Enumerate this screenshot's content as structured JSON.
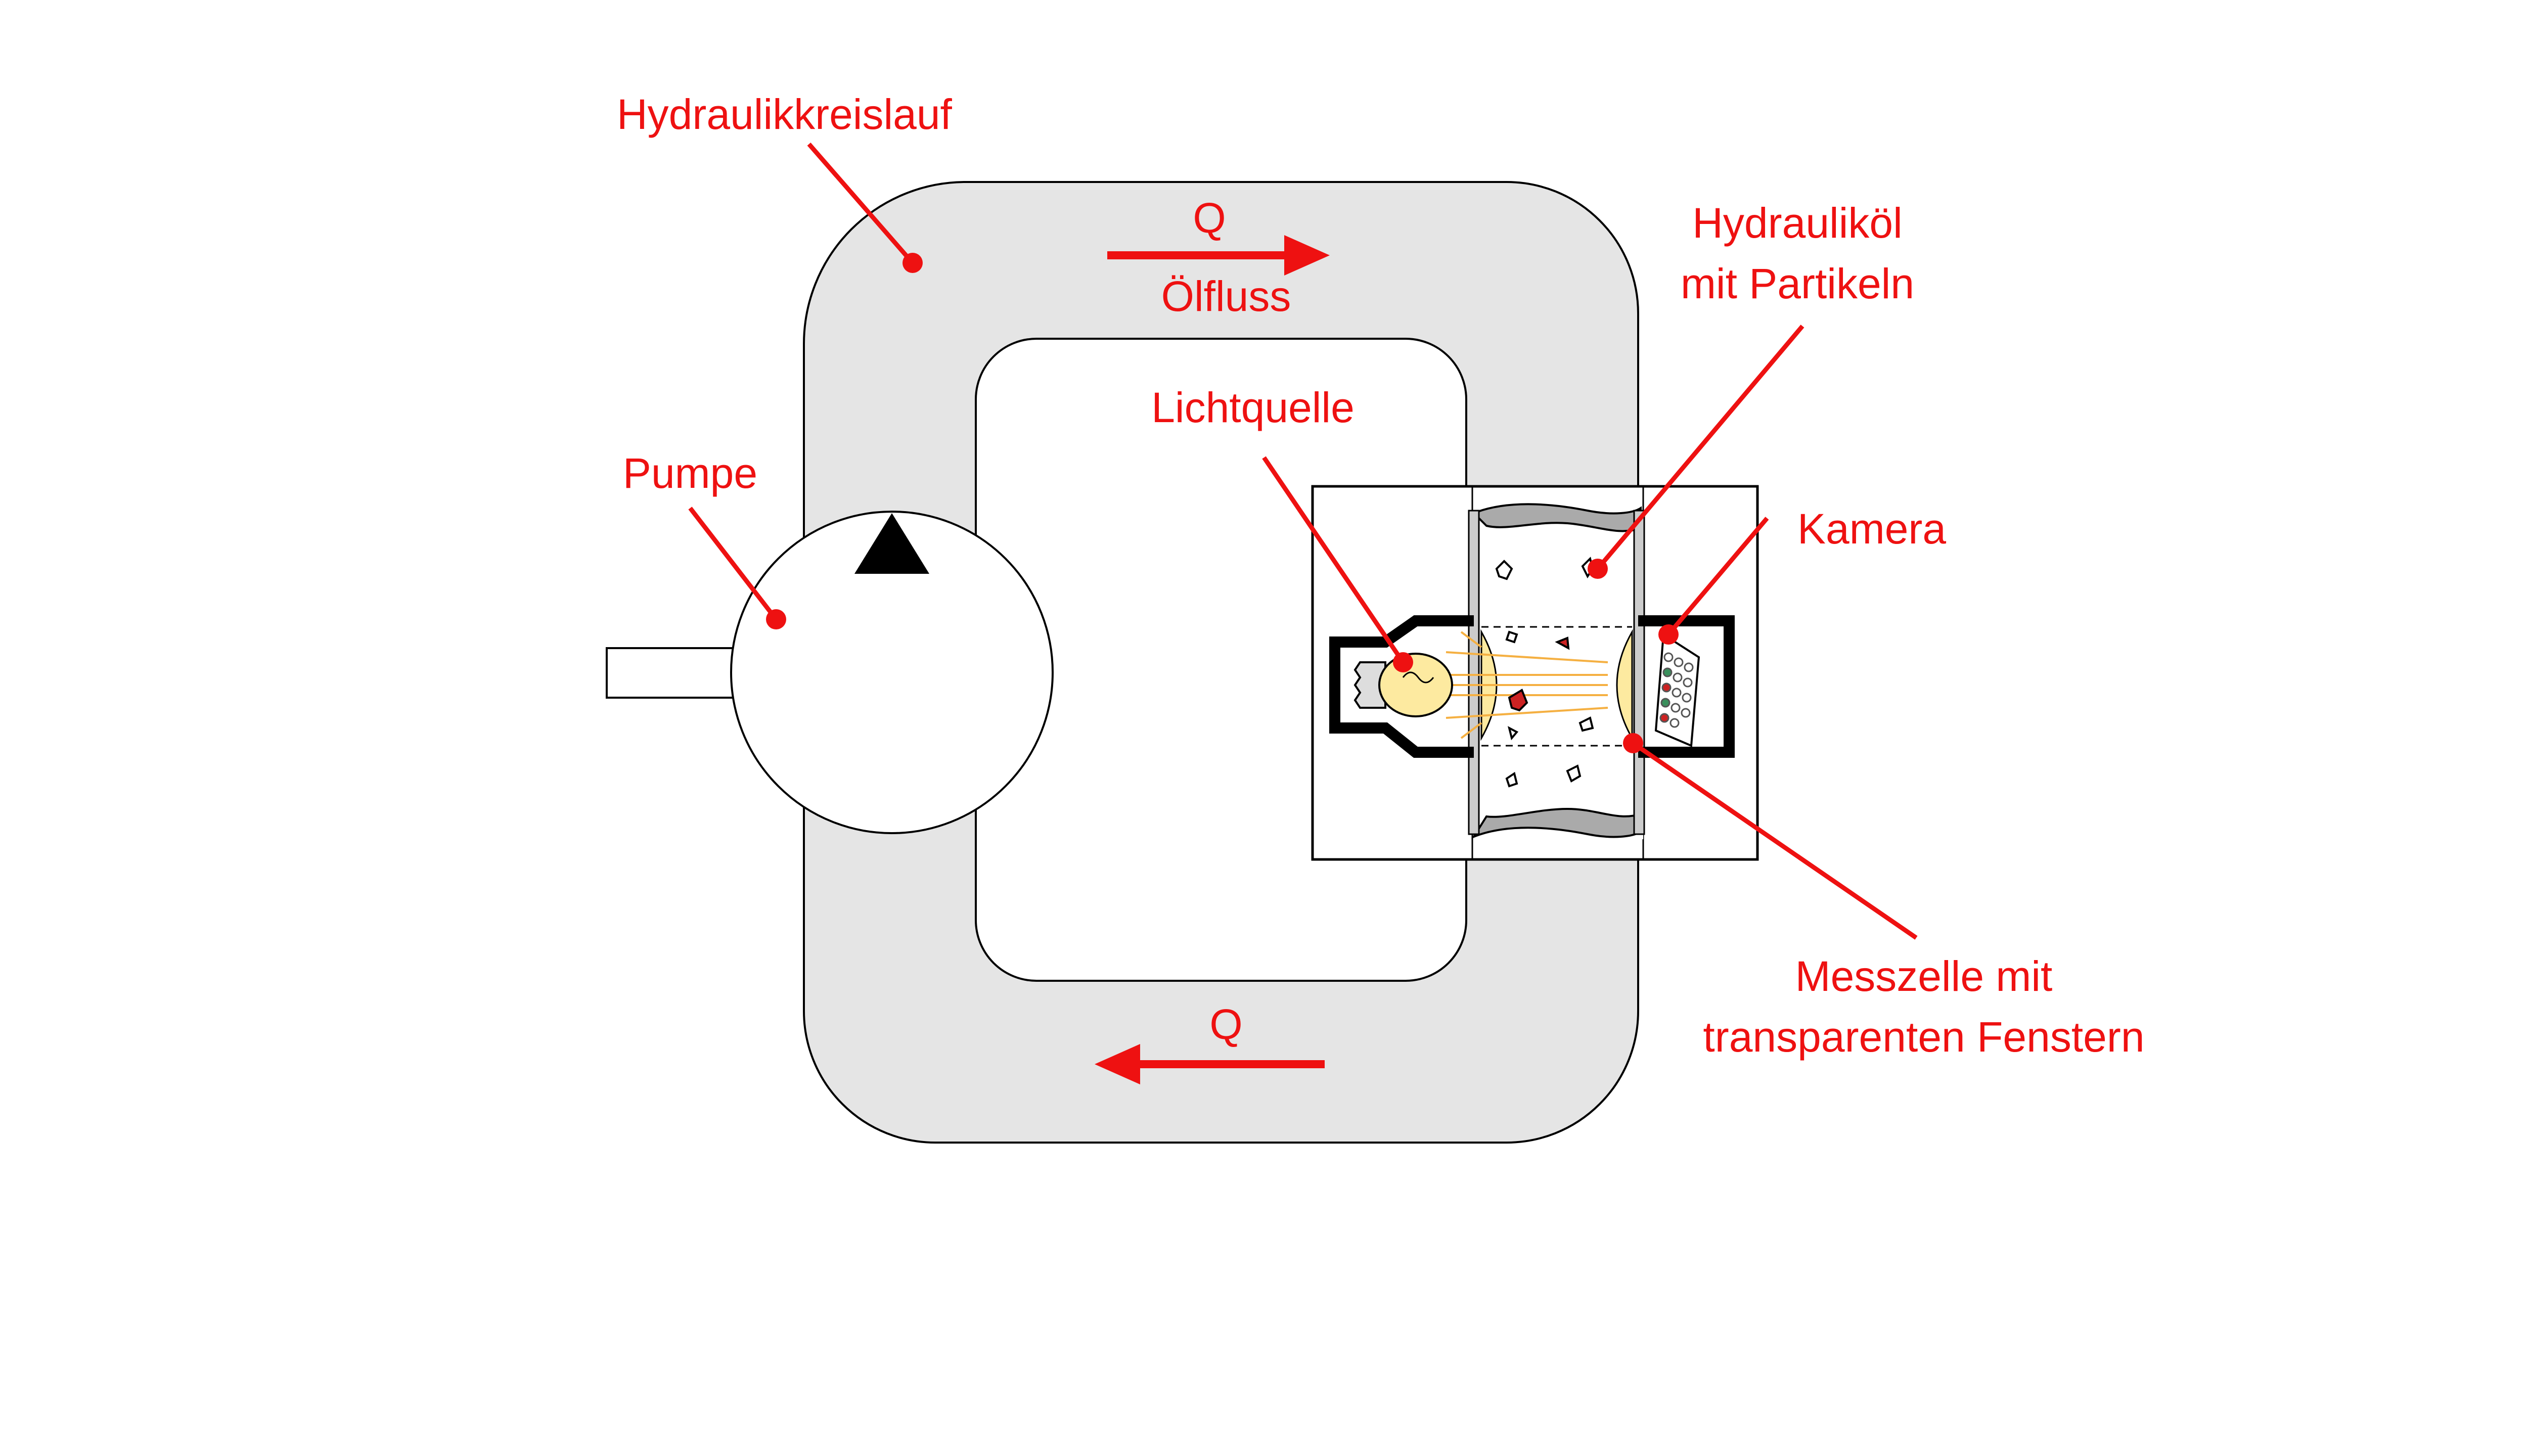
{
  "labels": {
    "hydraulic_circuit": "Hydraulikkreislauf",
    "flow_top_q": "Q",
    "flow_top_text": "Ölfluss",
    "flow_bottom_q": "Q",
    "hydraulic_oil_line1": "Hydrauliköl",
    "hydraulic_oil_line2": "mit Partikeln",
    "light_source": "Lichtquelle",
    "pump": "Pumpe",
    "camera": "Kamera",
    "cell_line1": "Messzelle mit",
    "cell_line2": "transparenten Fenstern"
  },
  "colors": {
    "accent": "#ee1111",
    "circuit_fill": "#e5e5e5",
    "outline": "#000000",
    "lamp_glow": "#fdeaa0",
    "lamp_ray": "#f5b042"
  }
}
